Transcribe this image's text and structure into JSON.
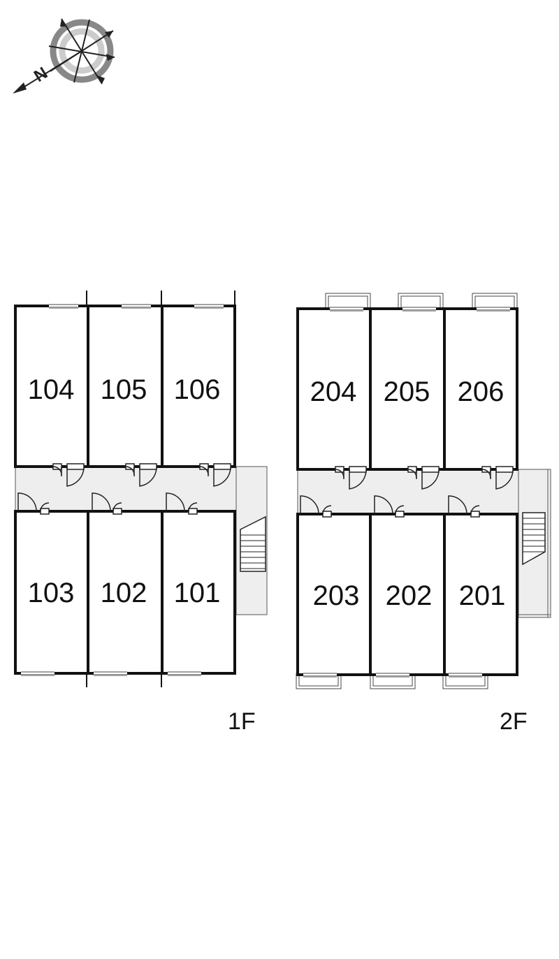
{
  "compass": {
    "letter": "N"
  },
  "floors": [
    {
      "label": "1F",
      "top_units": [
        "104",
        "105",
        "106"
      ],
      "bottom_units": [
        "103",
        "102",
        "101"
      ]
    },
    {
      "label": "2F",
      "top_units": [
        "204",
        "205",
        "206"
      ],
      "bottom_units": [
        "203",
        "202",
        "201"
      ]
    }
  ],
  "colors": {
    "wall": "#111111",
    "corridor": "#eeeeee",
    "stroke": "#555555",
    "compass_ring": "#888888",
    "compass_ring_light": "#cccccc"
  }
}
